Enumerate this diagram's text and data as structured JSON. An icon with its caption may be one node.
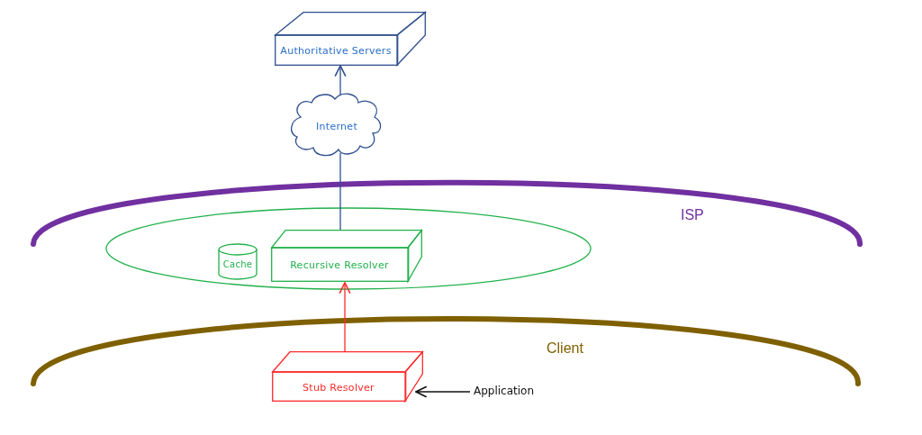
{
  "diagram": {
    "nodes": [
      {
        "text": [
          "Authoritative Servers"
        ]
      },
      {
        "text": [
          "Internet"
        ]
      },
      {
        "text": [],
        "shape": "ellipse"
      },
      {
        "text": [
          "Cache"
        ],
        "in": 2
      },
      {
        "text": [
          "Recursive Resolver"
        ],
        "in": 2
      },
      {
        "text": [
          "Stub Resolver"
        ]
      },
      {
        "text": [
          "Application"
        ]
      }
    ],
    "edges": [
      {
        "from": 4,
        "to": 1,
        "arrow": "none",
        "color": "#2f4f8f"
      },
      {
        "from": 1,
        "to": 0,
        "arrow": "to",
        "color": "#2f4f8f"
      },
      {
        "from": 5,
        "to": 4,
        "arrow": "to",
        "color": "#ff2a2a"
      },
      {
        "from": 6,
        "to": 5,
        "arrow": "to",
        "color": "#111111"
      }
    ],
    "labels": [
      "ISP",
      "Client"
    ]
  }
}
